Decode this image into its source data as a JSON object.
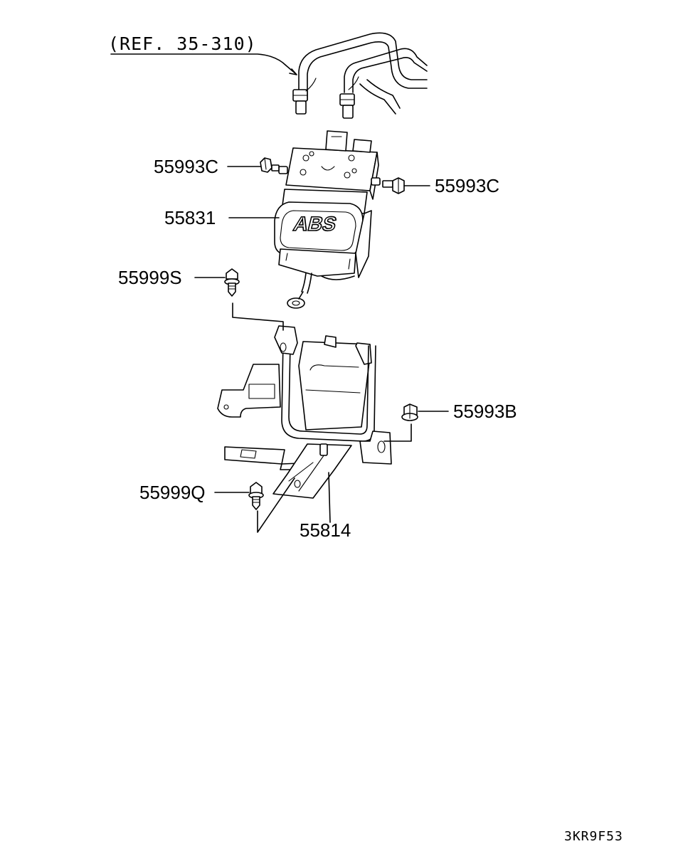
{
  "reference": "(REF. 35-310)",
  "callouts": {
    "hu_nut_left": "55993C",
    "hu_nut_right": "55993C",
    "hydraulic_unit": "55831",
    "bolt_upper": "55999S",
    "bracket_nut": "55993B",
    "bolt_lower": "55999Q",
    "bracket": "55814"
  },
  "unit_badge": "ABS",
  "drawing_code": "3KR9F53"
}
